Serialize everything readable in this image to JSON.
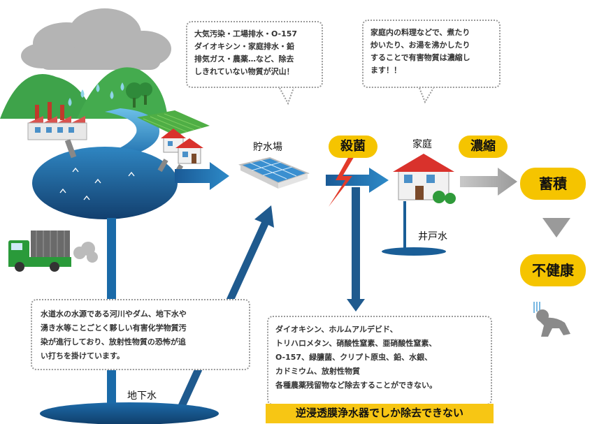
{
  "labels": {
    "storage": "貯水場",
    "home": "家庭",
    "well": "井戸水",
    "groundwater": "地下水"
  },
  "pills": {
    "sterilize": "殺菌",
    "concentrate": "濃縮",
    "accumulate": "蓄積",
    "unhealthy": "不健康"
  },
  "bubbles": {
    "pollution": [
      "大気汚染・工場排水・O-157",
      "ダイオキシン・家庭排水・鉛",
      "排気ガス・農薬…など、除去",
      "しきれていない物質が沢山！"
    ],
    "household": [
      "家庭内の料理などで、煮たり",
      "炒いたり、お湯を沸かしたり",
      "することで有害物質は濃縮し",
      "ます！！"
    ]
  },
  "info_box": [
    "水道水の水源である河川やダム、地下水や",
    "湧き水等ことごとく夥しい有害化学物質汚",
    "染が進行しており、放射性物質の恐怖が追",
    "い打ちを掛けています。"
  ],
  "contaminants_box": [
    "ダイオキシン、ホルムアルデビド、",
    "トリハロメタン、硝酸性窒素、亜硝酸性窒素、",
    "O-157、緑膿菌、クリプト原虫、鉛、水銀、",
    "カドミウム、放射性物質",
    "各種農薬残留物など除去することができない。"
  ],
  "conclusion": "逆浸透膜浄水器でしか除去できない",
  "colors": {
    "accent_yellow": "#f5c400",
    "water_blue": "#1a5e97",
    "arrow_blue": "#1f5fa0",
    "forest_green": "#3ea34a",
    "gray_arrow": "#a8a8a8"
  }
}
